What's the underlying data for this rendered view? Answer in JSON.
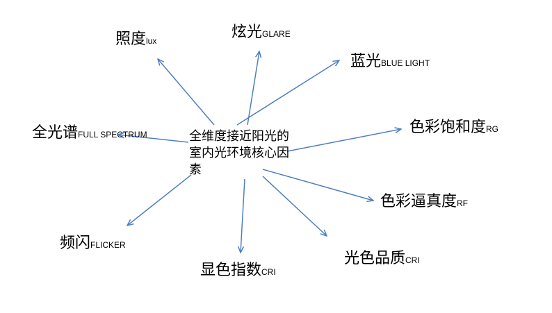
{
  "center": {
    "label": "全维度接近阳光的室内光环境核心因素"
  },
  "nodes": [
    {
      "id": "illuminance",
      "zh": "照度",
      "en": "lux"
    },
    {
      "id": "glare",
      "zh": "炫光",
      "en": "GLARE"
    },
    {
      "id": "blue-light",
      "zh": "蓝光",
      "en": "BLUE LIGHT"
    },
    {
      "id": "saturation",
      "zh": "色彩饱和度",
      "en": "RG"
    },
    {
      "id": "fidelity",
      "zh": "色彩逼真度",
      "en": "RF"
    },
    {
      "id": "color-quality",
      "zh": "光色品质",
      "en": "CRI"
    },
    {
      "id": "cri",
      "zh": "显色指数",
      "en": "CRI"
    },
    {
      "id": "flicker",
      "zh": "频闪",
      "en": "FLICKER"
    },
    {
      "id": "full-spectrum",
      "zh": "全光谱",
      "en": "FULL SPECTRUM"
    }
  ],
  "colors": {
    "arrow": "#4f7fbf",
    "text": "#000000"
  }
}
